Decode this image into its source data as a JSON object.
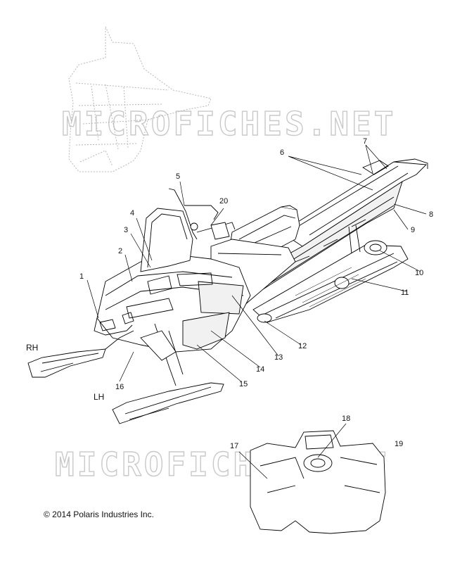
{
  "watermark": {
    "text": "MICROFICHES.NET"
  },
  "side_labels": {
    "rh": "RH",
    "lh": "LH"
  },
  "copyright": "© 2014 Polaris Industries Inc.",
  "callouts": [
    {
      "label": "1"
    },
    {
      "label": "2"
    },
    {
      "label": "3"
    },
    {
      "label": "4"
    },
    {
      "label": "5"
    },
    {
      "label": "6"
    },
    {
      "label": "7"
    },
    {
      "label": "8"
    },
    {
      "label": "9"
    },
    {
      "label": "10"
    },
    {
      "label": "11"
    },
    {
      "label": "12"
    },
    {
      "label": "13"
    },
    {
      "label": "14"
    },
    {
      "label": "15"
    },
    {
      "label": "16"
    },
    {
      "label": "17"
    },
    {
      "label": "18"
    },
    {
      "label": "19"
    },
    {
      "label": "20"
    }
  ]
}
